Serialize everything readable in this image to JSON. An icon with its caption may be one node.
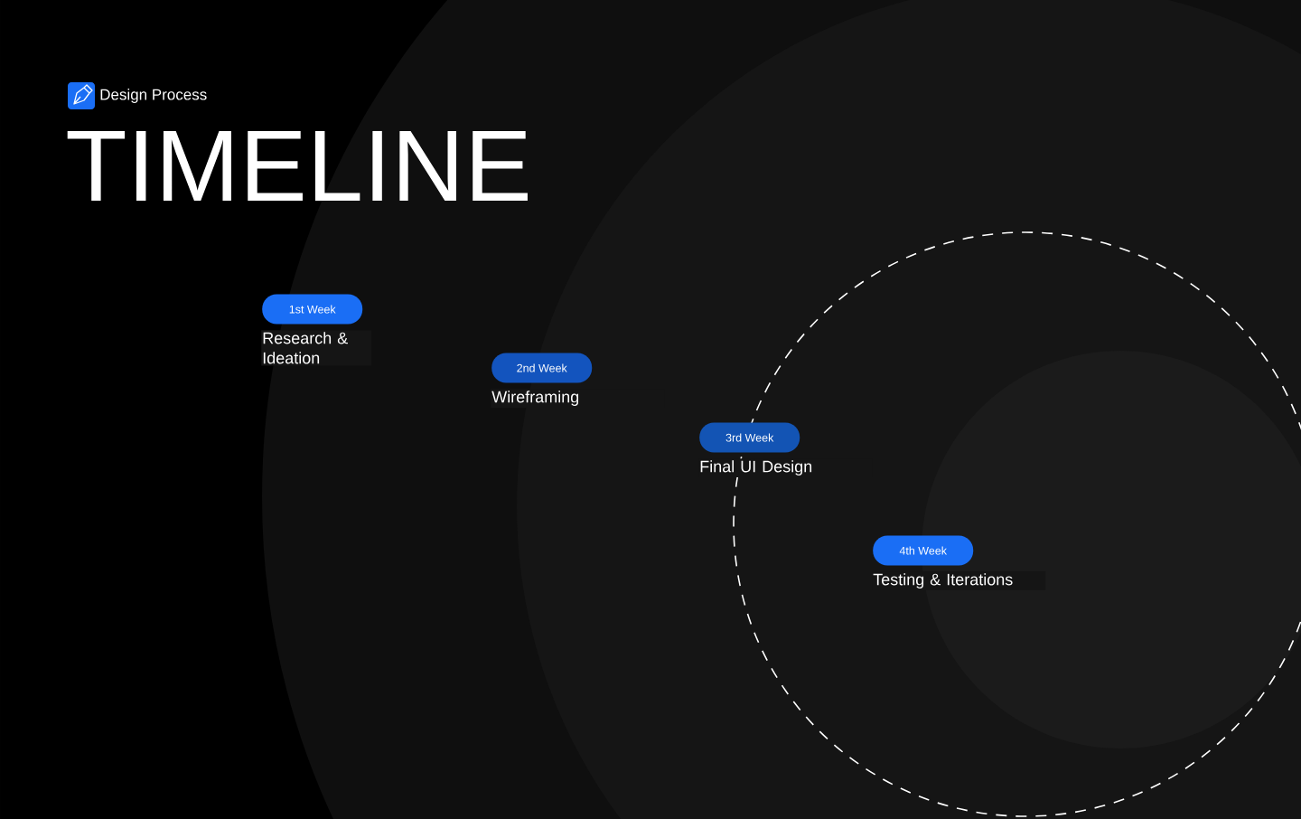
{
  "diagram": {
    "title": "TIMELINE",
    "nodes": [
      {
        "text": [
          "1st Week"
        ],
        "beside": [
          "Research & Ideation"
        ]
      },
      {
        "text": [
          "2nd Week"
        ],
        "beside": [
          "Wireframing"
        ]
      },
      {
        "text": [
          "3rd Week"
        ],
        "beside": [
          "Final UI Design"
        ]
      },
      {
        "text": [
          "4th Week"
        ],
        "beside": [
          "Testing & Iterations"
        ]
      }
    ],
    "labels": [
      "Design Process"
    ]
  }
}
